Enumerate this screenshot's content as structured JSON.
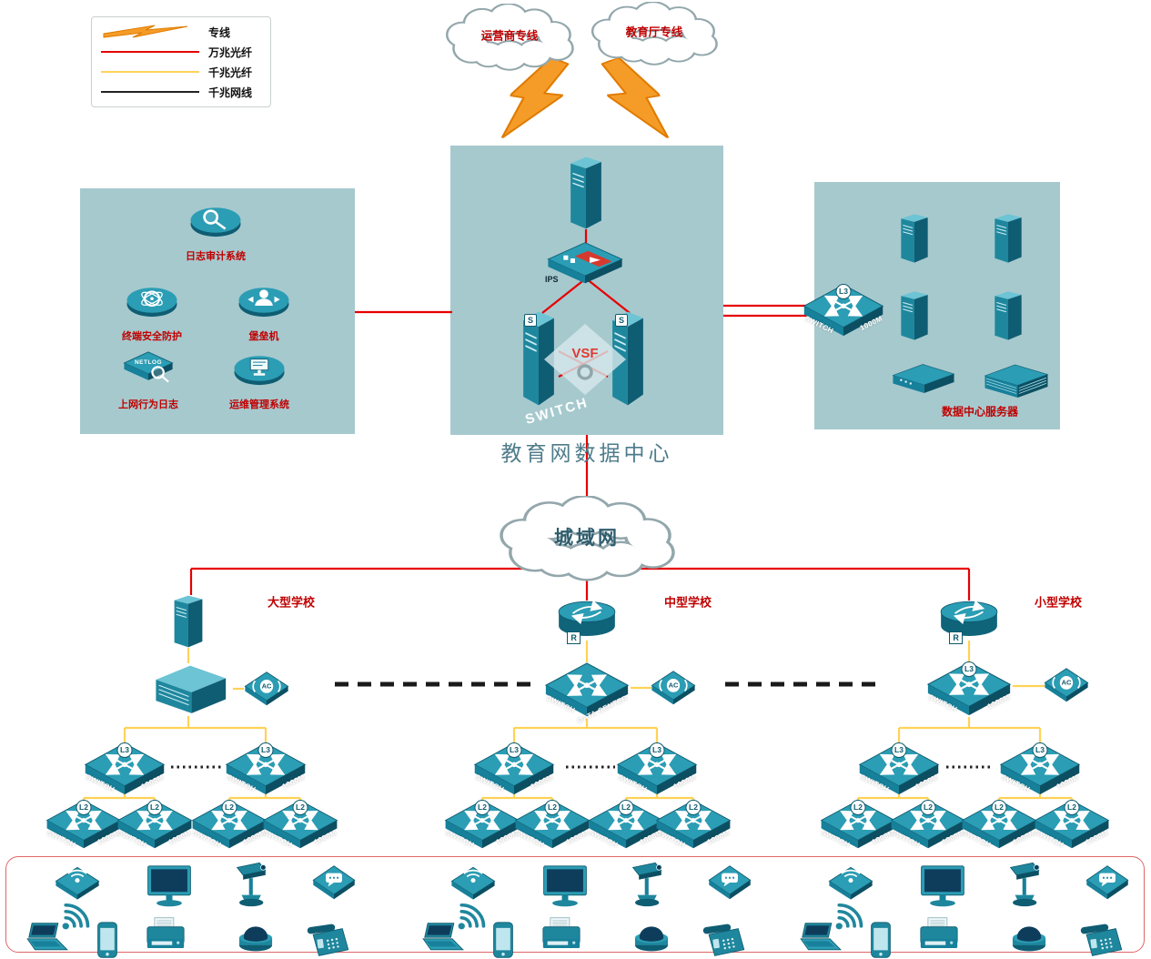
{
  "legend": {
    "items": [
      {
        "label": "专线"
      },
      {
        "label": "万兆光纤"
      },
      {
        "label": "千兆光纤"
      },
      {
        "label": "千兆网线"
      }
    ]
  },
  "clouds": {
    "carrier": "运营商专线",
    "edu": "教育厅专线",
    "man": "城域网"
  },
  "datacenter": {
    "title": "教育网数据中心",
    "ips_label": "IPS",
    "vsf_label": "VSF",
    "switch_word": "SWITCH",
    "s_logo": "S"
  },
  "security_zone": {
    "audit": "日志审计系统",
    "terminal": "终端安全防护",
    "bastion": "堡垒机",
    "netlog_label": "上网行为日志",
    "netlog_badge": "NETLOG",
    "ops": "运维管理系统"
  },
  "server_zone": {
    "title": "数据中心服务器",
    "switch_text_left": "SWITCH",
    "switch_text_right": "1000M",
    "switch_badge": "L3"
  },
  "schools": [
    {
      "name": "大型学校"
    },
    {
      "name": "中型学校",
      "core_badge": "R",
      "agg_text_left": "SWITCH",
      "agg_text_right": "DATA CENTER"
    },
    {
      "name": "小型学校",
      "core_badge": "R",
      "agg_text_left": "SWITCH",
      "agg_text_right": "1000M",
      "agg_badge": "L3"
    }
  ],
  "shared": {
    "l3": "L3",
    "l2": "L2",
    "switch": "SWITCH",
    "speed": "1000M",
    "ac": "AC"
  },
  "colors": {
    "line_red": "#e60000",
    "line_yellow": "#ffd257",
    "line_black": "#1a1a1a",
    "label_red": "#c00000",
    "box_fill": "#a6c9ce",
    "device_teal": "#1f879d",
    "bolt_orange": "#f59c28",
    "cloud_gray": "#93a7ac",
    "title_teal": "#4e7c8b"
  }
}
